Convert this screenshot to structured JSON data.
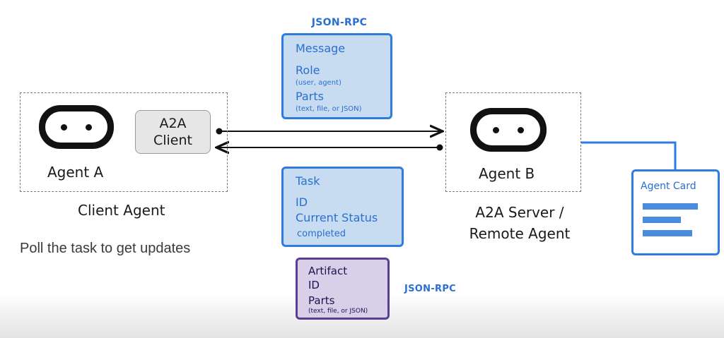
{
  "json_rpc_top": "JSON-RPC",
  "json_rpc_bottom": "JSON-RPC",
  "message_box": {
    "title": "Message",
    "role_label": "Role",
    "role_hint": "(user, agent)",
    "parts_label": "Parts",
    "parts_hint": "(text, file, or JSON)"
  },
  "client": {
    "a2a_client_line1": "A2A",
    "a2a_client_line2": "Client",
    "agent_label": "Agent A",
    "caption": "Client Agent"
  },
  "task_box": {
    "title": "Task",
    "id_label": "ID",
    "status_label": "Current Status",
    "status_value": "completed"
  },
  "server": {
    "agent_label": "Agent B",
    "caption_line1": "A2A Server /",
    "caption_line2": "Remote Agent"
  },
  "agent_card": {
    "title": "Agent Card"
  },
  "artifact_box": {
    "title": "Artifact",
    "id_label": "ID",
    "parts_label": "Parts",
    "parts_hint": "(text, file, or JSON)"
  },
  "poll_text": "Poll the task to get updates",
  "colors": {
    "blue_accent": "#2f7bde",
    "blue_fill": "#c7dcf1",
    "purple_accent": "#5b3e94",
    "purple_fill": "#d8cfe9"
  }
}
